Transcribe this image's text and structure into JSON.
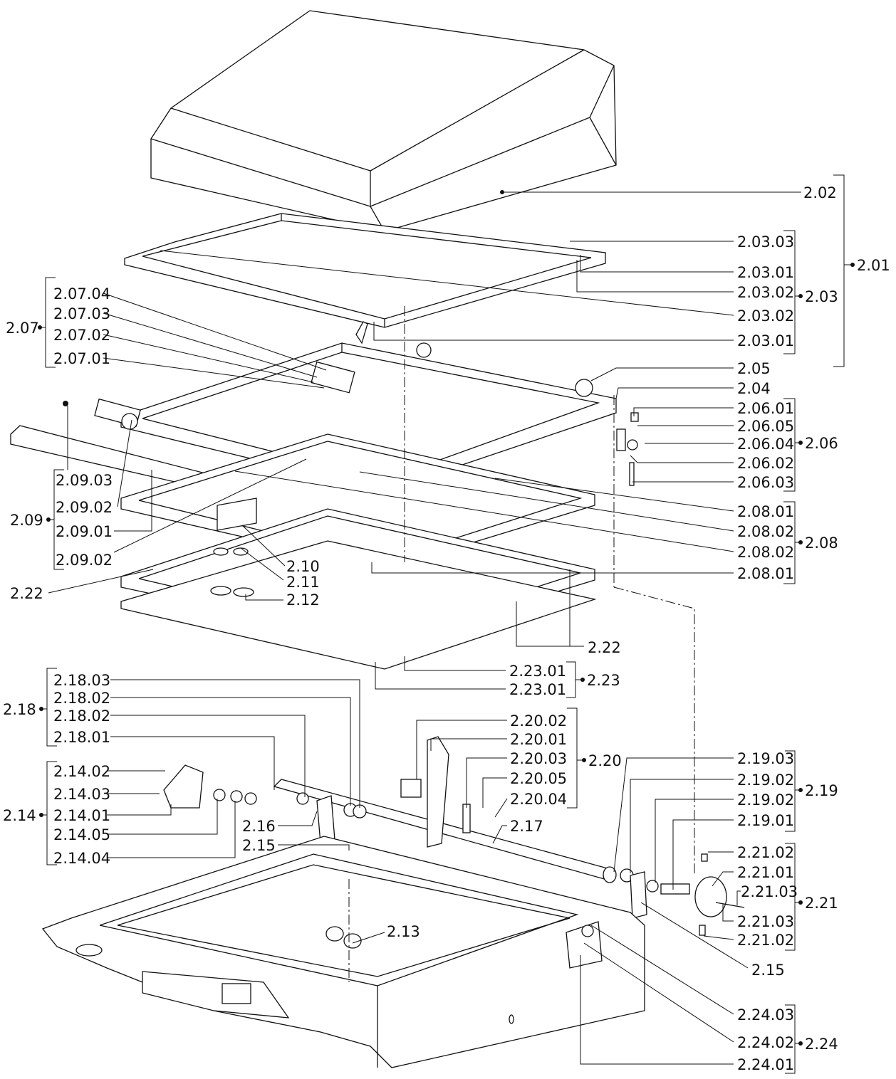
{
  "labels": {
    "l_2_02": "2.02",
    "l_2_01": "2.01",
    "l_2_03_03": "2.03.03",
    "l_2_03_01a": "2.03.01",
    "l_2_03_02a": "2.03.02",
    "l_2_03": "2.03",
    "l_2_03_02b": "2.03.02",
    "l_2_03_01b": "2.03.01",
    "l_2_05": "2.05",
    "l_2_04": "2.04",
    "l_2_06_01": "2.06.01",
    "l_2_06_05": "2.06.05",
    "l_2_06_04": "2.06.04",
    "l_2_06": "2.06",
    "l_2_06_02": "2.06.02",
    "l_2_06_03": "2.06.03",
    "l_2_08_01a": "2.08.01",
    "l_2_08_02a": "2.08.02",
    "l_2_08": "2.08",
    "l_2_08_02b": "2.08.02",
    "l_2_08_01b": "2.08.01",
    "l_2_07_04": "2.07.04",
    "l_2_07_03": "2.07.03",
    "l_2_07": "2.07",
    "l_2_07_02": "2.07.02",
    "l_2_07_01": "2.07.01",
    "l_2_09_03": "2.09.03",
    "l_2_09_02a": "2.09.02",
    "l_2_09": "2.09",
    "l_2_09_01": "2.09.01",
    "l_2_09_02b": "2.09.02",
    "l_2_10": "2.10",
    "l_2_11": "2.11",
    "l_2_12": "2.12",
    "l_2_22a": "2.22",
    "l_2_22b": "2.22",
    "l_2_23_01a": "2.23.01",
    "l_2_23": "2.23",
    "l_2_23_01b": "2.23.01",
    "l_2_18_03": "2.18.03",
    "l_2_18_02a": "2.18.02",
    "l_2_18": "2.18",
    "l_2_18_02b": "2.18.02",
    "l_2_18_01": "2.18.01",
    "l_2_20_02": "2.20.02",
    "l_2_20_01": "2.20.01",
    "l_2_20_03": "2.20.03",
    "l_2_20": "2.20",
    "l_2_20_05": "2.20.05",
    "l_2_20_04": "2.20.04",
    "l_2_14_02": "2.14.02",
    "l_2_14_03": "2.14.03",
    "l_2_14": "2.14",
    "l_2_14_01": "2.14.01",
    "l_2_14_05": "2.14.05",
    "l_2_14_04": "2.14.04",
    "l_2_16": "2.16",
    "l_2_15a": "2.15",
    "l_2_17": "2.17",
    "l_2_13": "2.13",
    "l_2_19_03": "2.19.03",
    "l_2_19_02a": "2.19.02",
    "l_2_19": "2.19",
    "l_2_19_02b": "2.19.02",
    "l_2_19_01": "2.19.01",
    "l_2_21_02a": "2.21.02",
    "l_2_21_01": "2.21.01",
    "l_2_21_03a": "2.21.03",
    "l_2_21": "2.21",
    "l_2_21_03b": "2.21.03",
    "l_2_21_02b": "2.21.02",
    "l_2_15b": "2.15",
    "l_2_24_03": "2.24.03",
    "l_2_24_02": "2.24.02",
    "l_2_24": "2.24",
    "l_2_24_01": "2.24.01"
  }
}
